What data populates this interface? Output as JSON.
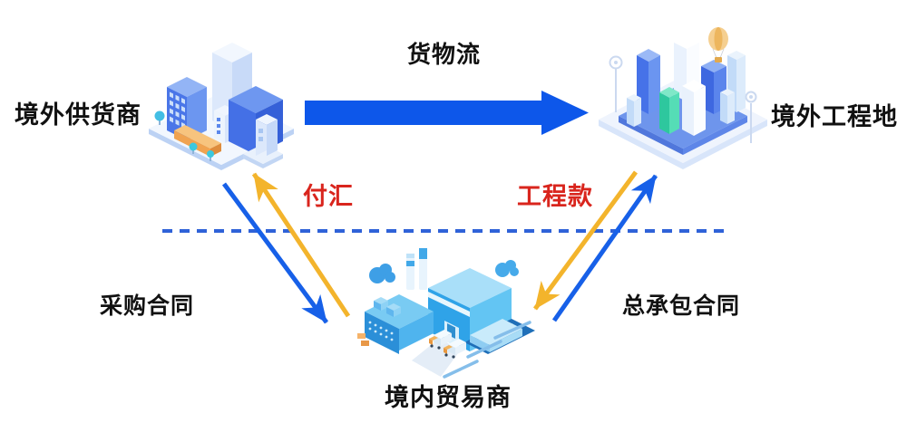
{
  "nodes": {
    "overseas_supplier": {
      "label": "境外供货商"
    },
    "overseas_project_site": {
      "label": "境外工程地"
    },
    "domestic_trader": {
      "label": "境内贸易商"
    }
  },
  "flows": {
    "goods_flow": {
      "label": "货物流"
    },
    "payment_remittance": {
      "label": "付汇"
    },
    "project_payment": {
      "label": "工程款"
    },
    "procurement_contract": {
      "label": "采购合同"
    },
    "general_contract": {
      "label": "总承包合同"
    }
  },
  "colors": {
    "arrow_blue_main": "#0D57EA",
    "arrow_blue_diagonal": "#1760E8",
    "arrow_yellow": "#F3B42C",
    "divider_blue": "#2F62D8",
    "label_red": "#D9251D",
    "label_black": "#111111"
  },
  "illustrations": {
    "supplier": "isometric-buildings",
    "project_site": "isometric-city-block",
    "trader": "isometric-factory"
  }
}
